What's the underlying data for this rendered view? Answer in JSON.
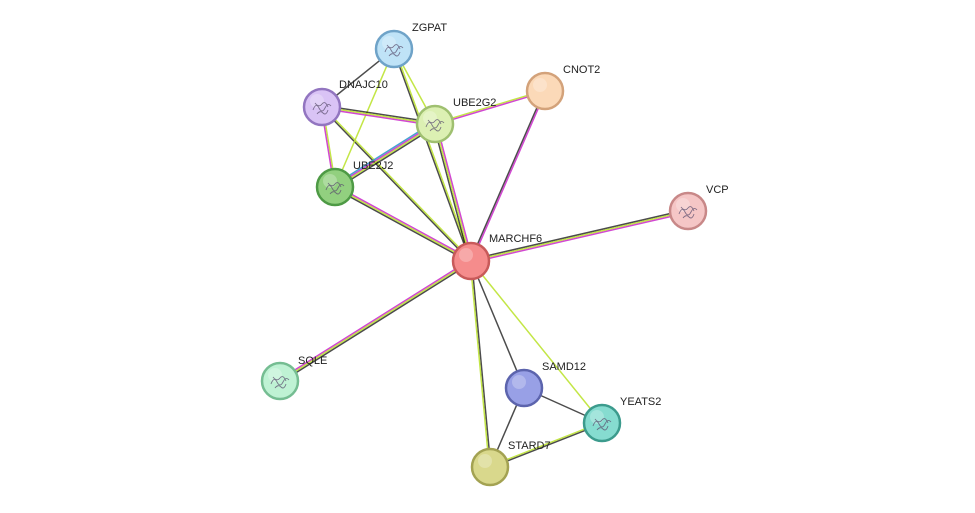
{
  "nodes": [
    {
      "id": "MARCHF6",
      "label": "MARCHF6",
      "color": "#f58c8c",
      "stroke": "#c85a5a",
      "structure": false
    },
    {
      "id": "ZGPAT",
      "label": "ZGPAT",
      "color": "#bfe3f7",
      "stroke": "#6fa3c8",
      "structure": true
    },
    {
      "id": "DNAJC10",
      "label": "DNAJC10",
      "color": "#d9c3f5",
      "stroke": "#9275c0",
      "structure": true
    },
    {
      "id": "UBE2G2",
      "label": "UBE2G2",
      "color": "#dcf0b3",
      "stroke": "#9fc070",
      "structure": true
    },
    {
      "id": "CNOT2",
      "label": "CNOT2",
      "color": "#fbd9b8",
      "stroke": "#d3a27a",
      "structure": false
    },
    {
      "id": "UBE2J2",
      "label": "UBE2J2",
      "color": "#92d07f",
      "stroke": "#4e9a45",
      "structure": true
    },
    {
      "id": "VCP",
      "label": "VCP",
      "color": "#f5c6c6",
      "stroke": "#c88888",
      "structure": true
    },
    {
      "id": "SQLE",
      "label": "SQLE",
      "color": "#bff2d4",
      "stroke": "#75bd92",
      "structure": true
    },
    {
      "id": "SAMD12",
      "label": "SAMD12",
      "color": "#98a0e6",
      "stroke": "#5c64ad",
      "structure": false
    },
    {
      "id": "YEATS2",
      "label": "YEATS2",
      "color": "#86dcd0",
      "stroke": "#3c9b8d",
      "structure": true
    },
    {
      "id": "STARD7",
      "label": "STARD7",
      "color": "#d9d88c",
      "stroke": "#a3a252",
      "structure": false
    }
  ],
  "edges": [
    {
      "source": "MARCHF6",
      "target": "ZGPAT",
      "evidence": [
        "#000000",
        "#bde332"
      ]
    },
    {
      "source": "MARCHF6",
      "target": "DNAJC10",
      "evidence": [
        "#000000",
        "#bde332"
      ]
    },
    {
      "source": "MARCHF6",
      "target": "UBE2G2",
      "evidence": [
        "#000000",
        "#bde332",
        "#cc33cc"
      ]
    },
    {
      "source": "MARCHF6",
      "target": "CNOT2",
      "evidence": [
        "#000000",
        "#cc33cc"
      ]
    },
    {
      "source": "MARCHF6",
      "target": "UBE2J2",
      "evidence": [
        "#000000",
        "#bde332",
        "#cc33cc"
      ]
    },
    {
      "source": "MARCHF6",
      "target": "VCP",
      "evidence": [
        "#000000",
        "#bde332",
        "#cc33cc"
      ]
    },
    {
      "source": "MARCHF6",
      "target": "SQLE",
      "evidence": [
        "#000000",
        "#bde332",
        "#cc33cc"
      ]
    },
    {
      "source": "MARCHF6",
      "target": "SAMD12",
      "evidence": [
        "#000000"
      ]
    },
    {
      "source": "MARCHF6",
      "target": "YEATS2",
      "evidence": [
        "#bde332"
      ]
    },
    {
      "source": "MARCHF6",
      "target": "STARD7",
      "evidence": [
        "#000000",
        "#bde332"
      ]
    },
    {
      "source": "ZGPAT",
      "target": "DNAJC10",
      "evidence": [
        "#000000"
      ]
    },
    {
      "source": "ZGPAT",
      "target": "UBE2G2",
      "evidence": [
        "#bde332"
      ]
    },
    {
      "source": "ZGPAT",
      "target": "UBE2J2",
      "evidence": [
        "#bde332"
      ]
    },
    {
      "source": "DNAJC10",
      "target": "UBE2G2",
      "evidence": [
        "#000000",
        "#bde332",
        "#cc33cc"
      ]
    },
    {
      "source": "DNAJC10",
      "target": "UBE2J2",
      "evidence": [
        "#bde332",
        "#cc33cc"
      ]
    },
    {
      "source": "UBE2G2",
      "target": "CNOT2",
      "evidence": [
        "#bde332",
        "#cc33cc"
      ]
    },
    {
      "source": "UBE2G2",
      "target": "UBE2J2",
      "evidence": [
        "#000000",
        "#bde332",
        "#cc33cc",
        "#3399cc"
      ]
    },
    {
      "source": "SAMD12",
      "target": "YEATS2",
      "evidence": [
        "#000000"
      ]
    },
    {
      "source": "SAMD12",
      "target": "STARD7",
      "evidence": [
        "#000000"
      ]
    },
    {
      "source": "YEATS2",
      "target": "STARD7",
      "evidence": [
        "#000000",
        "#bde332"
      ]
    }
  ]
}
